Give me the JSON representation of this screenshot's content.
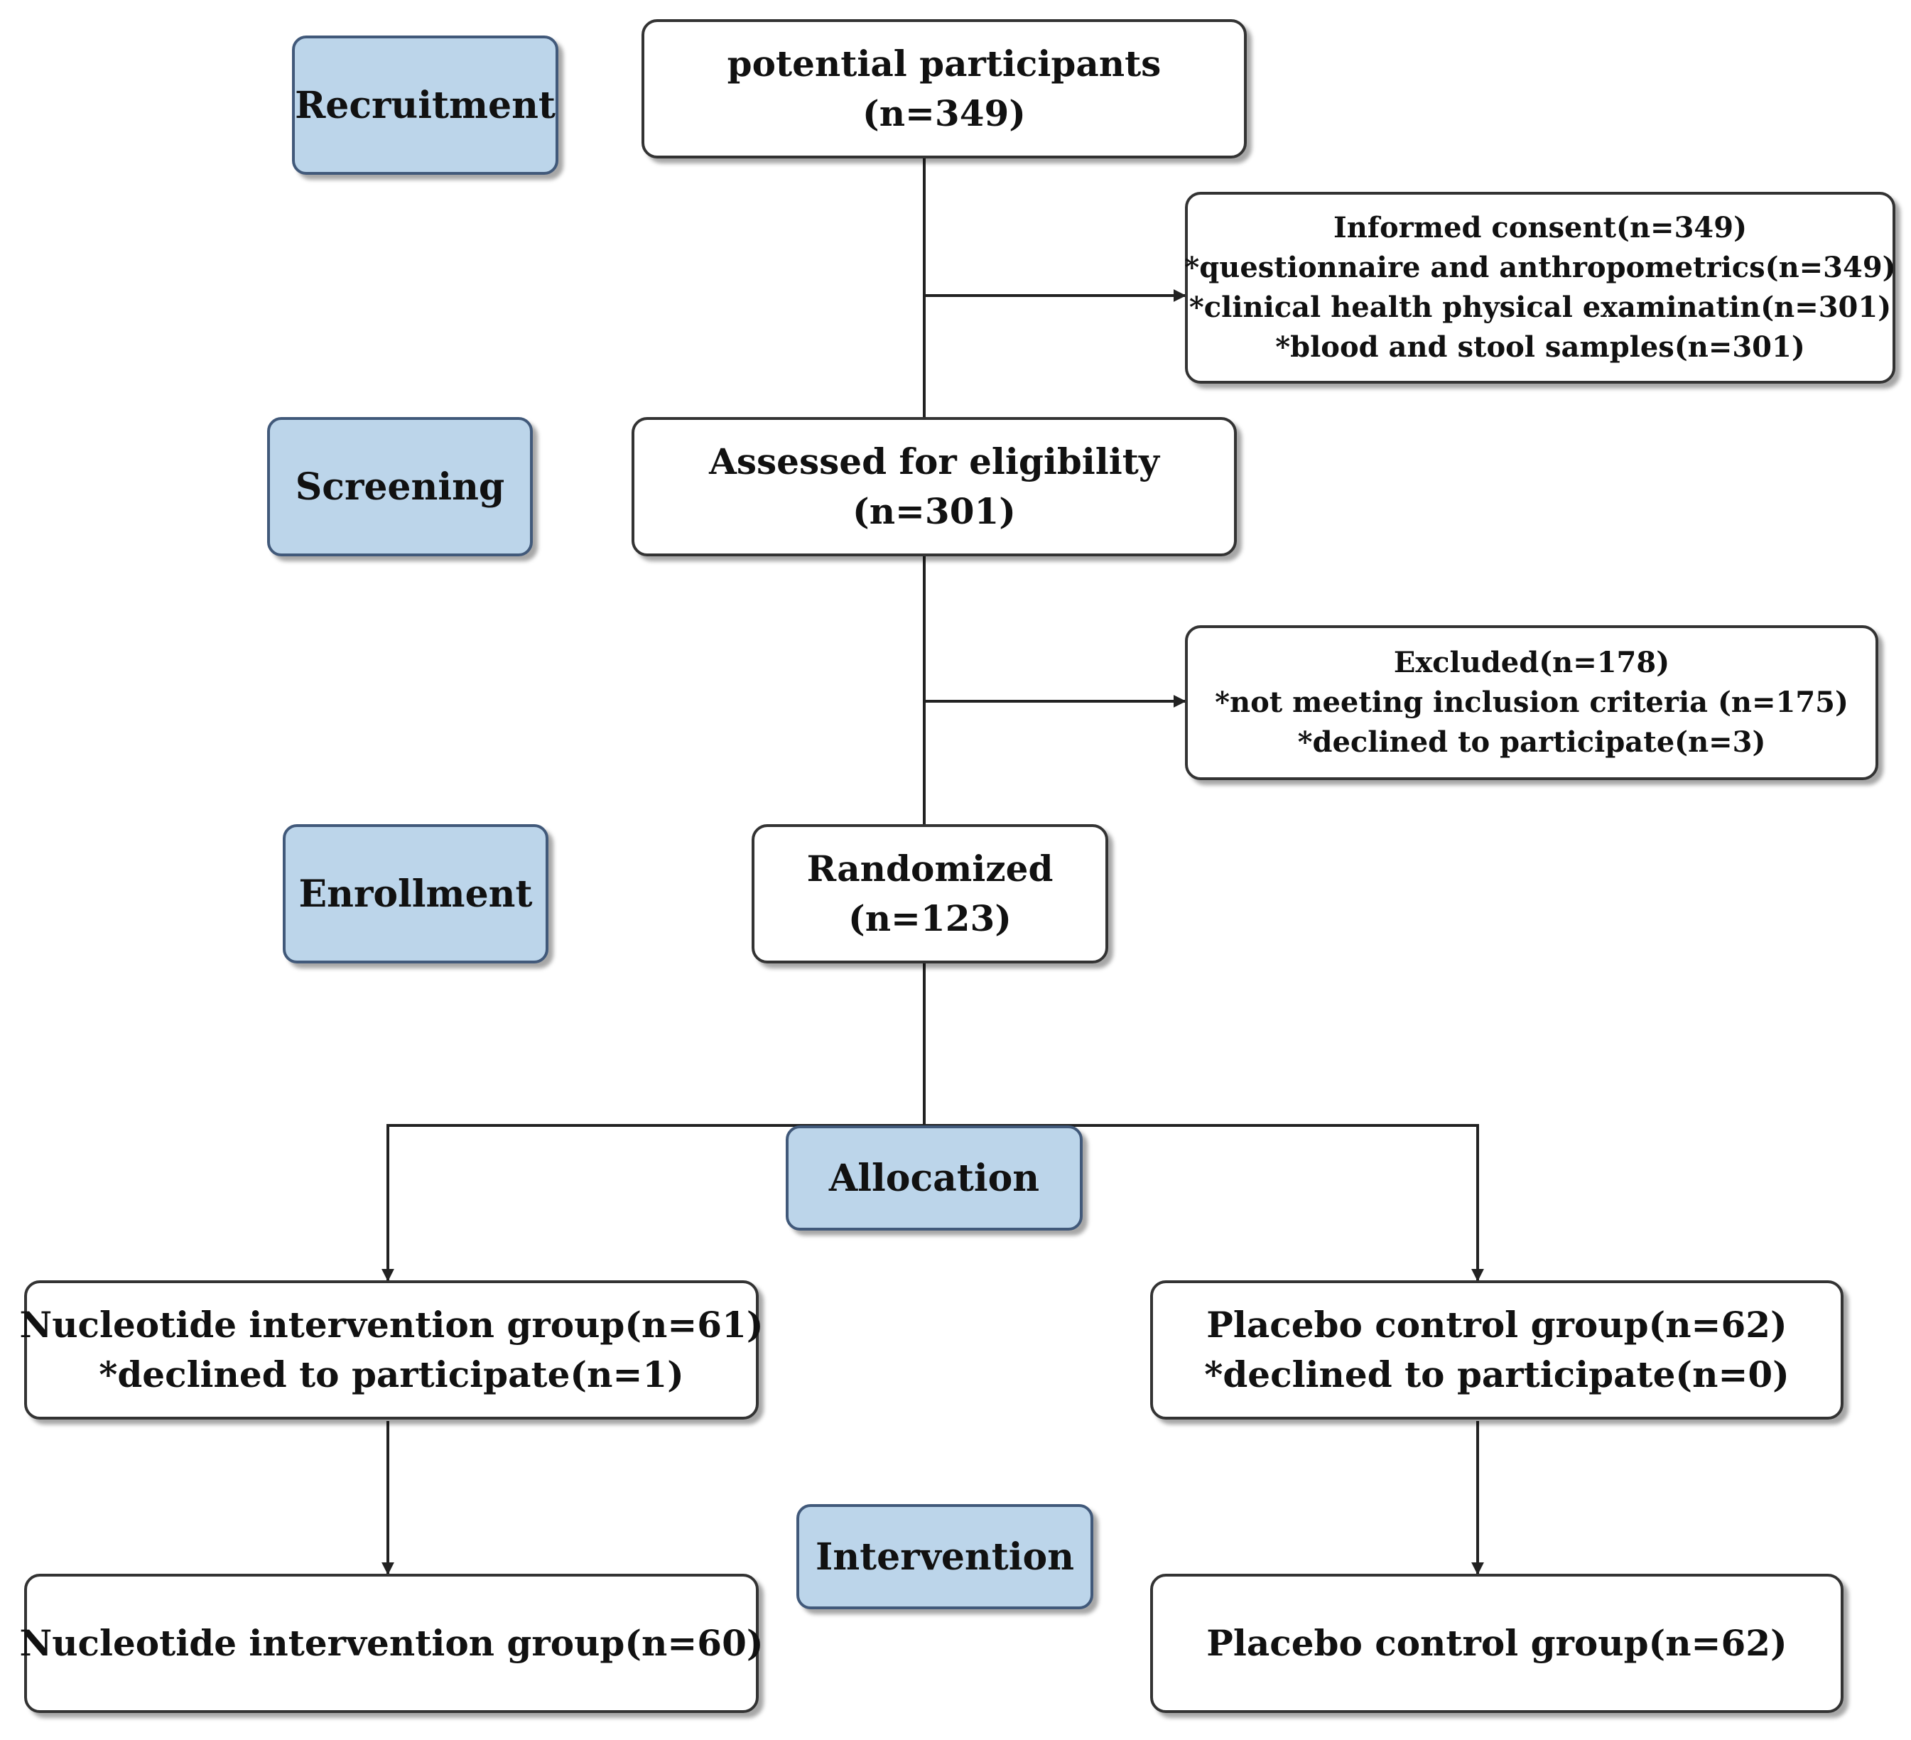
{
  "colors": {
    "stage_fill": "#bcd5ea",
    "stage_border": "#41597a",
    "node_border": "#333333",
    "connector": "#222222"
  },
  "stages": {
    "recruitment": "Recruitment",
    "screening": "Screening",
    "enrollment": "Enrollment",
    "allocation": "Allocation",
    "intervention": "Intervention"
  },
  "nodes": {
    "potential": {
      "lines": [
        "potential participants",
        "(n=349)"
      ]
    },
    "consent": {
      "lines": [
        "Informed consent(n=349)",
        "*questionnaire and anthropometrics(n=349)",
        "*clinical health physical examinatin(n=301)",
        "*blood and stool samples(n=301)"
      ]
    },
    "assessed": {
      "lines": [
        "Assessed for eligibility",
        "(n=301)"
      ]
    },
    "excluded": {
      "lines": [
        "Excluded(n=178)",
        "*not meeting inclusion criteria (n=175)",
        "*declined to participate(n=3)"
      ]
    },
    "randomized": {
      "lines": [
        "Randomized",
        "(n=123)"
      ]
    },
    "nucleotide_alloc": {
      "lines": [
        "Nucleotide intervention group(n=61)",
        "*declined to participate(n=1)"
      ]
    },
    "placebo_alloc": {
      "lines": [
        "Placebo control group(n=62)",
        "*declined to participate(n=0)"
      ]
    },
    "nucleotide_final": {
      "lines": [
        "Nucleotide intervention group(n=60)"
      ]
    },
    "placebo_final": {
      "lines": [
        "Placebo control group(n=62)"
      ]
    }
  }
}
